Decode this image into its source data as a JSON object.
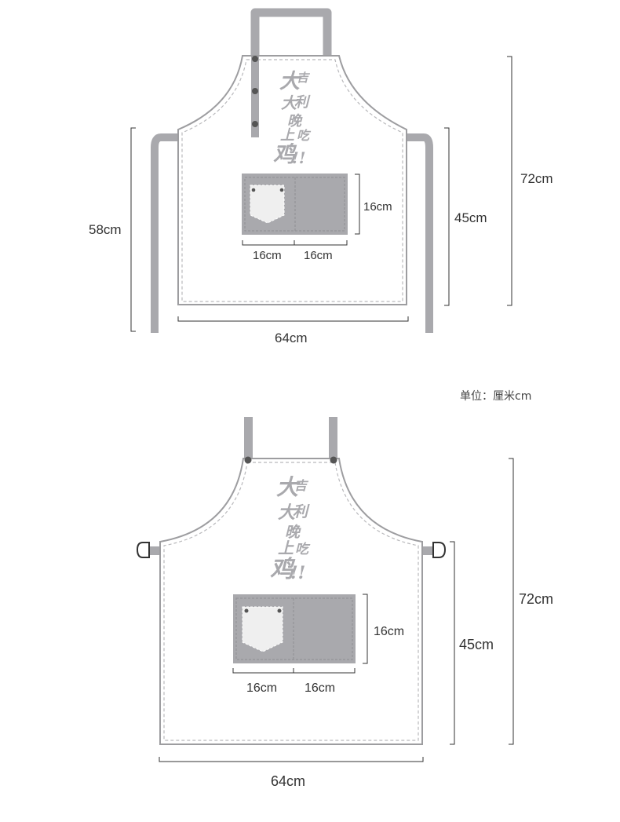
{
  "unit_note": "单位：厘米cm",
  "slogan": [
    "大",
    "吉",
    "大",
    "利",
    "晚",
    "上",
    "吃",
    "鸡",
    "!!"
  ],
  "colors": {
    "apron_fill": "#ffffff",
    "apron_outline": "#9d9da0",
    "stitch": "#b9b9bc",
    "strap": "#a9a9ad",
    "pocket": "#a9a9ad",
    "pocket_flap": "#efefef",
    "rivet": "#555555",
    "dim_line": "#333333",
    "slogan": "#a9a9ad"
  },
  "top_apron": {
    "total_height": "72cm",
    "side_height": "58cm",
    "body_height": "45cm",
    "width": "64cm",
    "pocket_height": "16cm",
    "pocket_left_width": "16cm",
    "pocket_right_width": "16cm"
  },
  "bottom_apron": {
    "total_height": "72cm",
    "body_height": "45cm",
    "width": "64cm",
    "pocket_height": "16cm",
    "pocket_left_width": "16cm",
    "pocket_right_width": "16cm"
  }
}
